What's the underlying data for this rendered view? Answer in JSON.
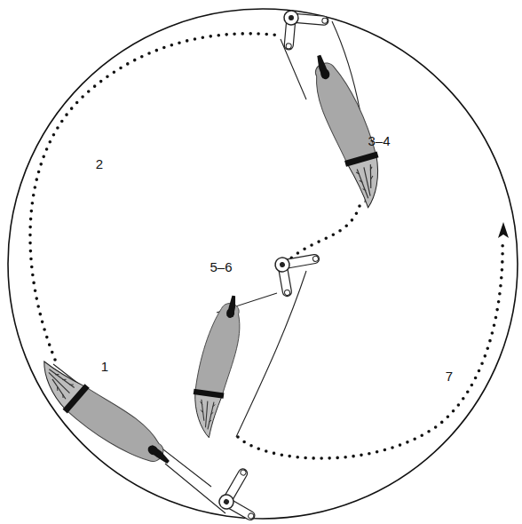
{
  "diagram": {
    "labels": [
      "1",
      "2",
      "3–4",
      "5–6",
      "7"
    ]
  }
}
